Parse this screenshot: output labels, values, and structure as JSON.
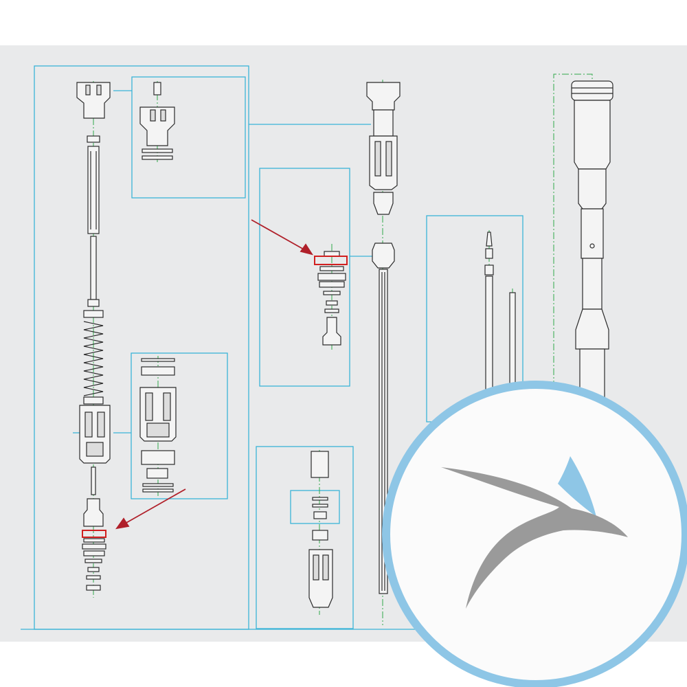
{
  "diagram": {
    "type": "exploded-parts-drawing",
    "colors": {
      "page_background": "#ffffff",
      "drawing_background": "#e9eaeb",
      "frame_line": "#3ab4d8",
      "part_outline": "#2b2b2b",
      "center_line": "#2fa84a",
      "highlight": "#d11f1f",
      "arrow": "#b0202a"
    },
    "highlighted_parts": [
      "seal-ring-left",
      "seal-ring-center"
    ]
  },
  "badge": {
    "logo": "bird-icon",
    "colors": {
      "ring": "#8ec6e6",
      "fill": "#fbfbfb",
      "wing": "#9a9a9a",
      "accent": "#8ec6e6"
    }
  }
}
